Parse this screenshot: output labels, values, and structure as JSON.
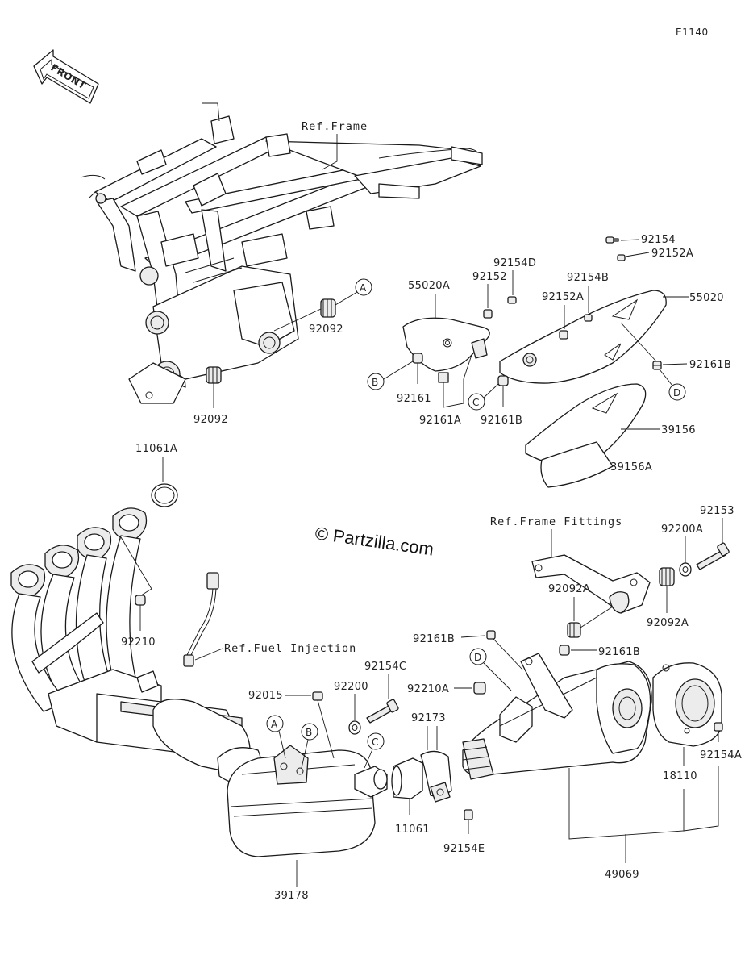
{
  "diagram_code": "E1140",
  "front_arrow_label": "FRONT",
  "watermark": "© Partzilla.com",
  "references": {
    "frame": "Ref.Frame",
    "frame_fittings": "Ref.Frame Fittings",
    "fuel_injection": "Ref.Fuel Injection"
  },
  "callouts": [
    "A",
    "B",
    "C",
    "D"
  ],
  "part_numbers": {
    "p92092_upper": "92092",
    "p92092_lower": "92092",
    "p92154": "92154",
    "p92152A_top": "92152A",
    "p92154D": "92154D",
    "p92152": "92152",
    "p92154B": "92154B",
    "p92152A_mid": "92152A",
    "p55020A": "55020A",
    "p55020": "55020",
    "p92161B_right": "92161B",
    "p92161": "92161",
    "p92161A": "92161A",
    "p92161B_mid": "92161B",
    "p39156": "39156",
    "p39156A": "39156A",
    "p11061A": "11061A",
    "p92210": "92210",
    "p92153": "92153",
    "p92200A": "92200A",
    "p92092A_left": "92092A",
    "p92092A_right": "92092A",
    "p92161B_left": "92161B",
    "p92161B_right2": "92161B",
    "p92154C": "92154C",
    "p92200": "92200",
    "p92015": "92015",
    "p92210A": "92210A",
    "p92173": "92173",
    "p11061": "11061",
    "p92154E": "92154E",
    "p39178": "39178",
    "p18110": "18110",
    "p92154A": "92154A",
    "p49069": "49069"
  }
}
